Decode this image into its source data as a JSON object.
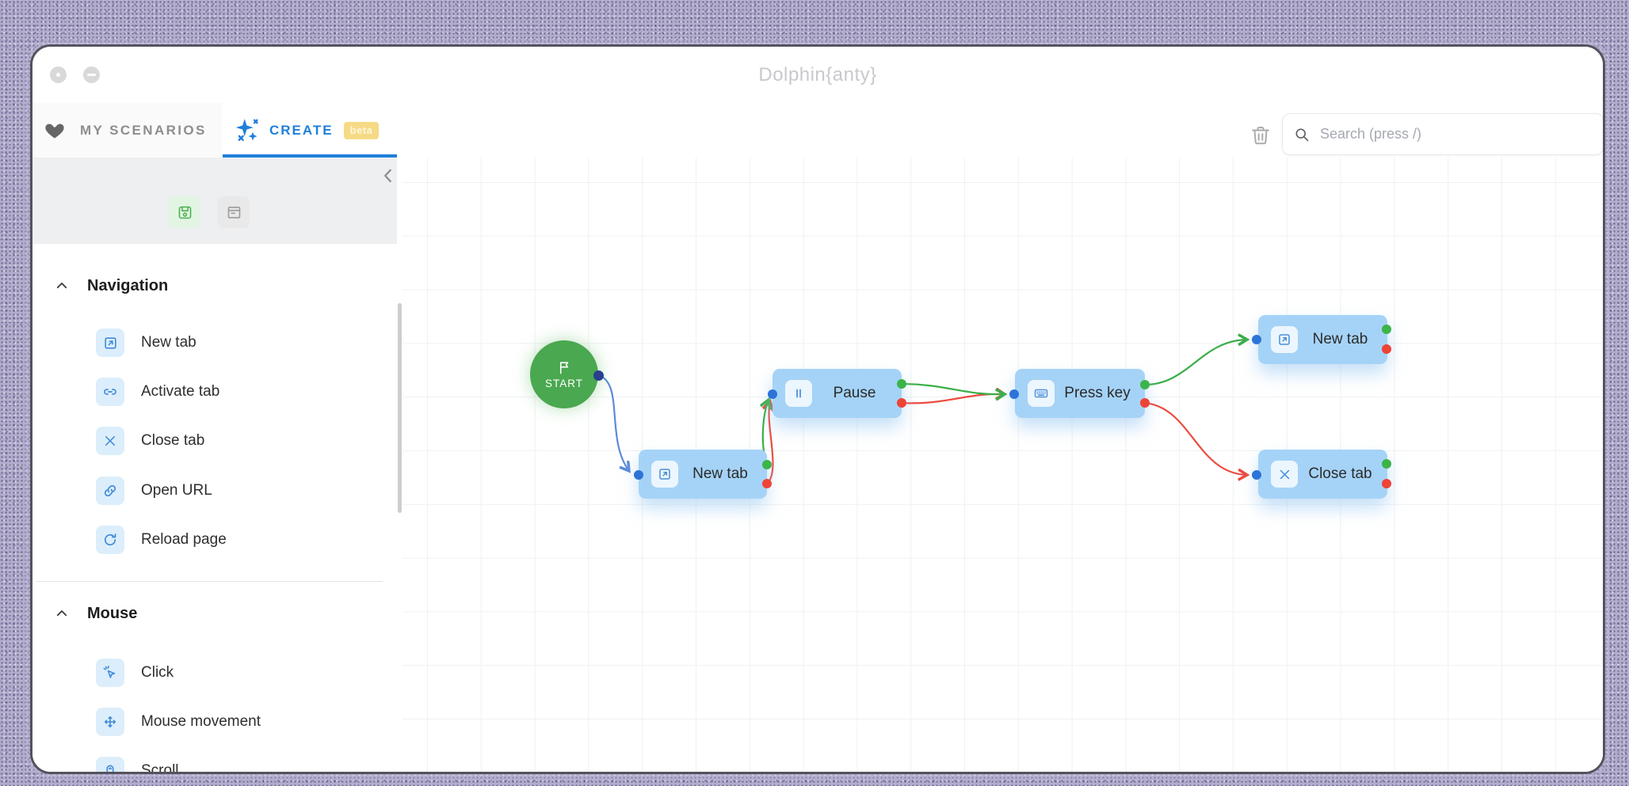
{
  "window": {
    "title": "Dolphin{anty}"
  },
  "tab_bar": {
    "my_scenarios_label": "MY SCENARIOS",
    "create_label": "CREATE",
    "beta_badge": "beta"
  },
  "top_actions": {
    "search_placeholder": "Search (press /)"
  },
  "sidebar": {
    "sections": [
      {
        "title": "Navigation",
        "items": [
          {
            "label": "New tab"
          },
          {
            "label": "Activate tab"
          },
          {
            "label": "Close tab"
          },
          {
            "label": "Open URL"
          },
          {
            "label": "Reload page"
          }
        ]
      },
      {
        "title": "Mouse",
        "items": [
          {
            "label": "Click"
          },
          {
            "label": "Mouse movement"
          },
          {
            "label": "Scroll"
          }
        ]
      }
    ]
  },
  "flow": {
    "start": {
      "label": "START"
    },
    "nodes": [
      {
        "id": "new-tab-1",
        "label": "New tab"
      },
      {
        "id": "pause",
        "label": "Pause"
      },
      {
        "id": "press-key",
        "label": "Press key"
      },
      {
        "id": "new-tab-2",
        "label": "New tab"
      },
      {
        "id": "close-tab",
        "label": "Close tab"
      }
    ],
    "edges": [
      {
        "from": "start",
        "to": "new-tab-1",
        "branch": "default",
        "color": "#5b8bd9"
      },
      {
        "from": "new-tab-1",
        "to": "pause",
        "branch": "success",
        "color": "#3aae47"
      },
      {
        "from": "new-tab-1",
        "to": "pause",
        "branch": "error",
        "color": "#ec4b3f"
      },
      {
        "from": "pause",
        "to": "press-key",
        "branch": "success",
        "color": "#3aae47"
      },
      {
        "from": "pause",
        "to": "press-key",
        "branch": "error",
        "color": "#ec4b3f"
      },
      {
        "from": "press-key",
        "to": "new-tab-2",
        "branch": "success",
        "color": "#3aae47"
      },
      {
        "from": "press-key",
        "to": "close-tab",
        "branch": "error",
        "color": "#ec4b3f"
      }
    ]
  },
  "colors": {
    "accent_blue": "#1f7fd9",
    "beta_bg": "#f6da85",
    "node_fill": "#a5d3f7",
    "start_green": "#4aa850",
    "edge_blue": "#5b8bd9",
    "edge_green": "#3aae47",
    "edge_red": "#ec4b3f",
    "port_blue": "#2d74d8",
    "port_navy": "#2a3f8e",
    "port_green": "#3cb44a",
    "port_red": "#ee4337"
  }
}
